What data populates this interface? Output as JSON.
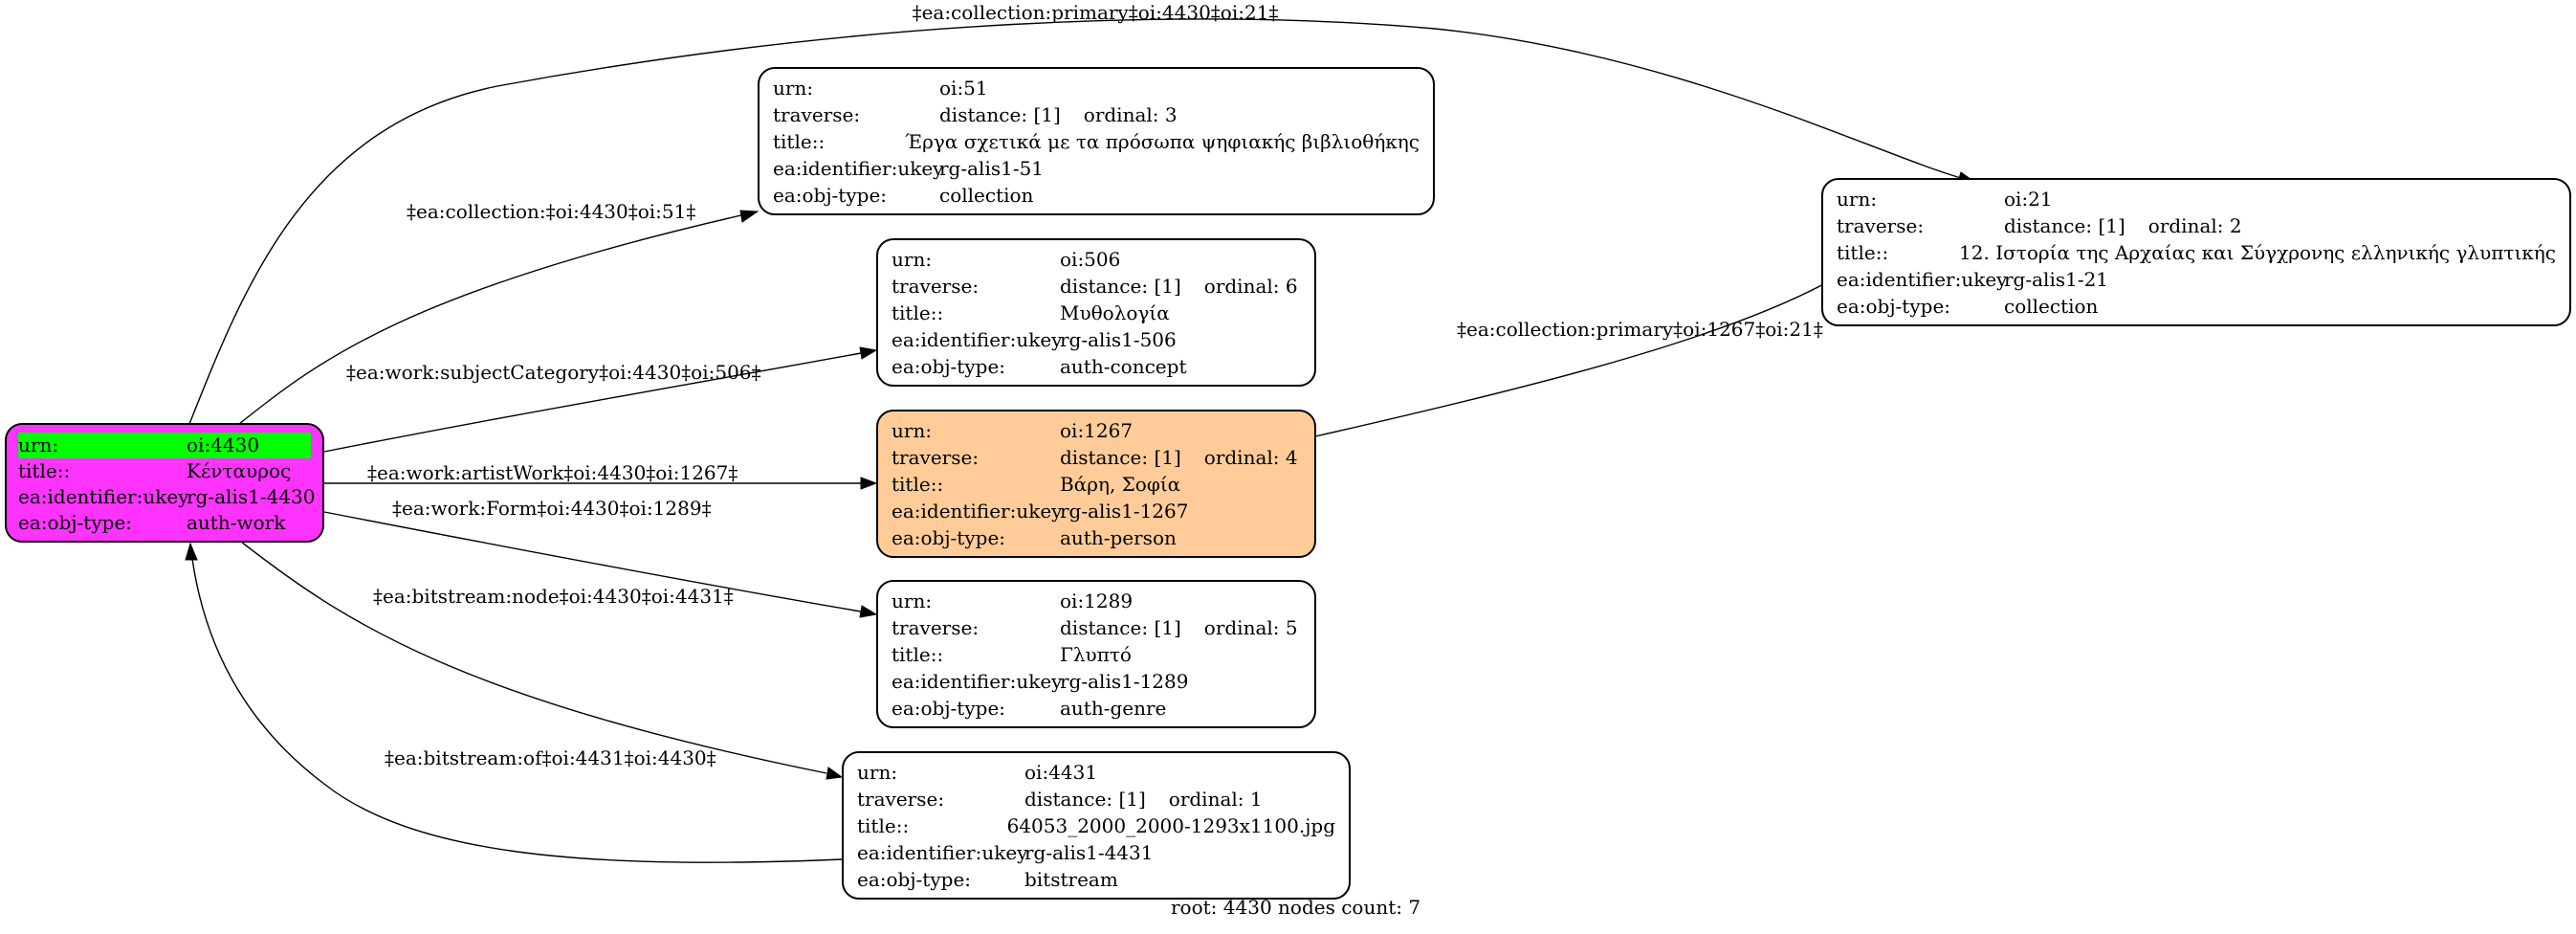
{
  "nodes": {
    "n4430": {
      "urn_key": "urn:",
      "urn_val": "oi:4430",
      "title_key": "title::",
      "title_val": "Κένταυρος",
      "ukey_key": "ea:identifier:ukey",
      "ukey_val": "rg-alis1-4430",
      "type_key": "ea:obj-type:",
      "type_val": "auth-work",
      "fill": "#ff33ff",
      "urn_highlight": "#00ff00"
    },
    "n51": {
      "urn_key": "urn:",
      "urn_val": "oi:51",
      "traverse_key": "traverse:",
      "distance": "distance: [1]",
      "ordinal": "ordinal: 3",
      "title_key": "title::",
      "title_val": "Έργα σχετικά με τα πρόσωπα ψηφιακής βιβλιοθήκης",
      "ukey_key": "ea:identifier:ukey",
      "ukey_val": "rg-alis1-51",
      "type_key": "ea:obj-type:",
      "type_val": "collection"
    },
    "n506": {
      "urn_key": "urn:",
      "urn_val": "oi:506",
      "traverse_key": "traverse:",
      "distance": "distance: [1]",
      "ordinal": "ordinal: 6",
      "title_key": "title::",
      "title_val": "Μυθολογία",
      "ukey_key": "ea:identifier:ukey",
      "ukey_val": "rg-alis1-506",
      "type_key": "ea:obj-type:",
      "type_val": "auth-concept"
    },
    "n1267": {
      "urn_key": "urn:",
      "urn_val": "oi:1267",
      "traverse_key": "traverse:",
      "distance": "distance: [1]",
      "ordinal": "ordinal: 4",
      "title_key": "title::",
      "title_val": "Βάρη, Σοφία",
      "ukey_key": "ea:identifier:ukey",
      "ukey_val": "rg-alis1-1267",
      "type_key": "ea:obj-type:",
      "type_val": "auth-person",
      "fill": "#ffcc99"
    },
    "n1289": {
      "urn_key": "urn:",
      "urn_val": "oi:1289",
      "traverse_key": "traverse:",
      "distance": "distance: [1]",
      "ordinal": "ordinal: 5",
      "title_key": "title::",
      "title_val": "Γλυπτό",
      "ukey_key": "ea:identifier:ukey",
      "ukey_val": "rg-alis1-1289",
      "type_key": "ea:obj-type:",
      "type_val": "auth-genre"
    },
    "n4431": {
      "urn_key": "urn:",
      "urn_val": "oi:4431",
      "traverse_key": "traverse:",
      "distance": "distance: [1]",
      "ordinal": "ordinal: 1",
      "title_key": "title::",
      "title_val": "64053_2000_2000-1293x1100.jpg",
      "ukey_key": "ea:identifier:ukey",
      "ukey_val": "rg-alis1-4431",
      "type_key": "ea:obj-type:",
      "type_val": "bitstream"
    },
    "n21": {
      "urn_key": "urn:",
      "urn_val": "oi:21",
      "traverse_key": "traverse:",
      "distance": "distance: [1]",
      "ordinal": "ordinal: 2",
      "title_key": "title::",
      "title_val": "12. Ιστορία της Αρχαίας και Σύγχρονης ελληνικής γλυπτικής",
      "ukey_key": "ea:identifier:ukey",
      "ukey_val": "rg-alis1-21",
      "type_key": "ea:obj-type:",
      "type_val": "collection"
    }
  },
  "edges": {
    "primary_4430_21": "‡ea:collection:primary‡oi:4430‡oi:21‡",
    "collection_4430_51": "‡ea:collection:‡oi:4430‡oi:51‡",
    "subject_4430_506": "‡ea:work:subjectCategory‡oi:4430‡oi:506‡",
    "artist_4430_1267": "‡ea:work:artistWork‡oi:4430‡oi:1267‡",
    "form_4430_1289": "‡ea:work:Form‡oi:4430‡oi:1289‡",
    "node_4430_4431": "‡ea:bitstream:node‡oi:4430‡oi:4431‡",
    "of_4431_4430": "‡ea:bitstream:of‡oi:4431‡oi:4430‡",
    "primary_1267_21": "‡ea:collection:primary‡oi:1267‡oi:21‡"
  },
  "footer": "root: 4430 nodes count: 7"
}
